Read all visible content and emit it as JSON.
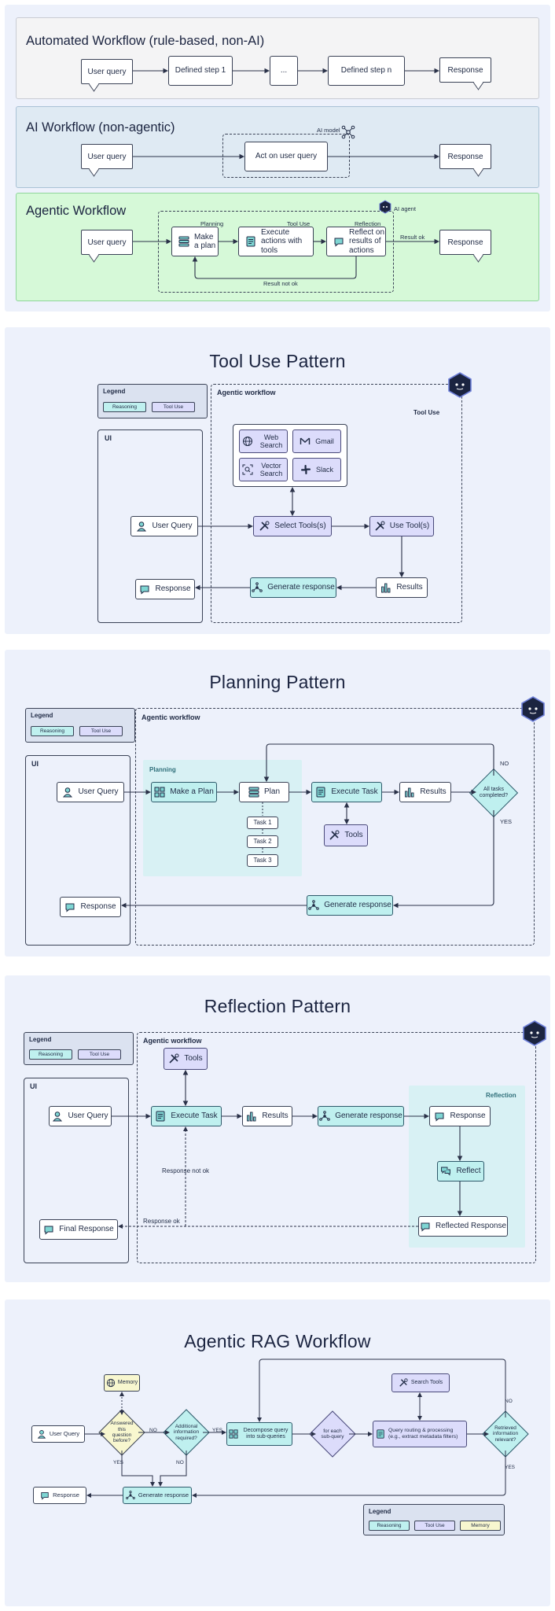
{
  "overview": {
    "automated": {
      "title": "Automated Workflow (rule-based, non-AI)",
      "user_query": "User query",
      "step1": "Defined step 1",
      "ellipsis": "...",
      "stepn": "Defined step n",
      "response": "Response"
    },
    "ai": {
      "title": "AI Workflow (non-agentic)",
      "user_query": "User query",
      "act": "Act on user query",
      "model_label": "AI model",
      "response": "Response"
    },
    "agentic": {
      "title": "Agentic Workflow",
      "agent_label": "AI agent",
      "user_query": "User query",
      "planning_label": "Planning",
      "tooluse_label": "Tool Use",
      "reflection_label": "Reflection",
      "make_plan": "Make a plan",
      "execute": "Execute actions with tools",
      "reflect": "Reflect on results of actions",
      "result_ok": "Result ok",
      "result_not_ok": "Result not ok",
      "response": "Response"
    }
  },
  "legend": {
    "title": "Legend",
    "reasoning": "Reasoning",
    "tool_use": "Tool Use",
    "memory": "Memory"
  },
  "tool_use": {
    "title": "Tool Use Pattern",
    "ui": "UI",
    "agentic": "Agentic workflow",
    "tool_use_label": "Tool Use",
    "web_search": "Web Search",
    "gmail": "Gmail",
    "vector_search": "Vector Search",
    "slack": "Slack",
    "user_query": "User Query",
    "select_tools": "Select Tools(s)",
    "use_tools": "Use Tool(s)",
    "results": "Results",
    "generate": "Generate response",
    "response": "Response"
  },
  "planning": {
    "title": "Planning Pattern",
    "ui": "UI",
    "agentic": "Agentic workflow",
    "planning_label": "Planning",
    "user_query": "User Query",
    "make_plan": "Make a Plan",
    "plan": "Plan",
    "task1": "Task 1",
    "task2": "Task 2",
    "task3": "Task 3",
    "execute": "Execute Task",
    "tools": "Tools",
    "results": "Results",
    "decision": "All tasks completed?",
    "no": "NO",
    "yes": "YES",
    "generate": "Generate response",
    "response": "Response"
  },
  "reflection": {
    "title": "Reflection Pattern",
    "ui": "UI",
    "agentic": "Agentic workflow",
    "reflection_label": "Reflection",
    "tools": "Tools",
    "user_query": "User Query",
    "execute": "Execute Task",
    "results": "Results",
    "generate": "Generate response",
    "response": "Response",
    "reflect": "Reflect",
    "reflected": "Reflected Response",
    "response_not_ok": "Response not ok",
    "response_ok": "Response ok",
    "final": "Final Response"
  },
  "rag": {
    "title": "Agentic RAG Workflow",
    "memory": "Memory",
    "user_query": "User Query",
    "answered": "Answered this question before?",
    "additional": "Additional information required?",
    "decompose": "Decompose query into sub-queries",
    "for_each": "for each sub-query",
    "search_tools": "Search Tools",
    "routing": "Query routing & processing (e.g., extract metadata filters)",
    "retrieved": "Retrieved information relevant?",
    "no": "NO",
    "yes": "YES",
    "generate": "Generate response",
    "response": "Response"
  },
  "colors": {
    "panel": "#edf1fb",
    "automated_card": "#f4f4f5",
    "ai_card": "#dfeaf3",
    "agentic_card": "#d6f9d8",
    "reasoning": "#bff0ef",
    "tool": "#dcdcfb",
    "memory": "#f8f7cf",
    "zone": "#d8f1f4",
    "agent": "#1b2440"
  }
}
